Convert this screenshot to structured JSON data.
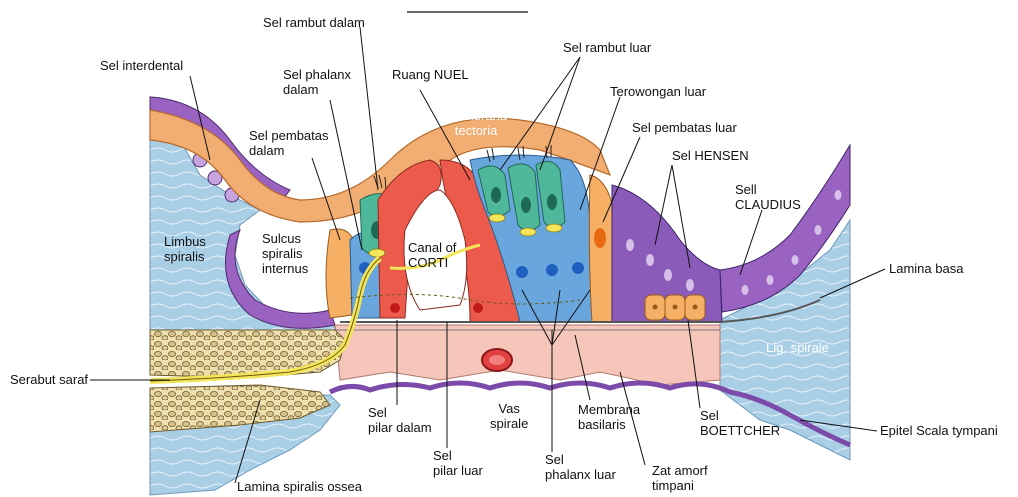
{
  "colors": {
    "limbus": "#a9cfe7",
    "tectoria": "#f2ad73",
    "pillar_red": "#ec5a4b",
    "phalanx_blue": "#6aa6de",
    "hair_green": "#4fb79a",
    "hensen_purple": "#8a5bb8",
    "boettcher_orange": "#f5b066",
    "basilar_pink": "#f6c6bb",
    "nerve_yellow": "#f4e55a",
    "bone_beige": "#efe0b0"
  },
  "labels": {
    "sel_rambut_dalam": "Sel rambut dalam",
    "sel_interdental": "Sel interdental",
    "sel_phalanx_dalam": "Sel phalanx\ndalam",
    "ruang_nuel": "Ruang NUEL",
    "sel_rambut_luar": "Sel rambut luar",
    "terowongan_luar": "Terowongan luar",
    "membrana_tectoria": "Membrana\ntectoria",
    "sel_pembatas_dalam": "Sel  pembatas\ndalam",
    "sel_pembatas_luar": "Sel pembatas luar",
    "sel_hensen": "Sel HENSEN",
    "sel_claudius": "Sell\nCLAUDIUS",
    "limbus_spiralis": "Limbus\nspiralis",
    "sulcus_spiralis_internus": "Sulcus\nspiralis\ninternus",
    "canal_of_corti": "Canal of\nCORTI",
    "lamina_basa": "Lamina basa",
    "lig_spirale": "Lig. spirale",
    "serabut_saraf": "Serabut saraf",
    "sel_pilar_dalam": "Sel\npilar dalam",
    "vas_spirale": "Vas\nspirale",
    "membrana_basilaris": "Membrana\nbasilaris",
    "sel_boettcher": "Sel\nBOETTCHER",
    "epitel_scala_tympani": "Epitel Scala tympani",
    "sel_pilar_luar": "Sel\npilar luar",
    "sel_phalanx_luar": "Sel\nphalanx luar",
    "zat_amorf_timpani": "Zat amorf\ntimpani",
    "lamina_spiralis_ossea": "Lamina spiralis ossea"
  }
}
